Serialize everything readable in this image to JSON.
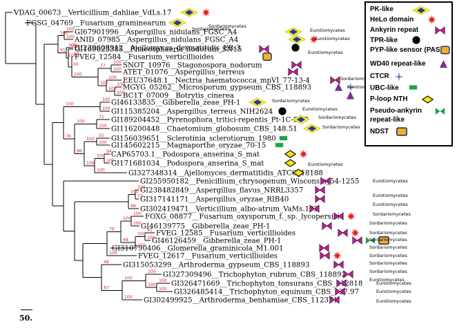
{
  "leaves": [
    {
      "label": "VDAG_00673__Verticillium_dahliae_VdLs.17",
      "domains": [
        "pk",
        "helo"
      ],
      "clade": "Sordariomycetes"
    },
    {
      "label": "FGSG_04769__Fusarium_graminearum",
      "domains": [
        "pk"
      ],
      "clade": "Sordariomycetes"
    },
    {
      "label": "GI67901996__Aspergillus_nidulans_FGSC_A4",
      "domains": [
        "pk"
      ],
      "clade": "Eurotiomycetes"
    },
    {
      "label": "ANID_07985__Aspergillus_nidulans_FGSC_A4",
      "domains": [
        "pk",
        "helo"
      ],
      "clade": "Eurotiomycetes"
    },
    {
      "label": "GI239608912__Ajellomyces_dermatitidis_ER-3",
      "domains": [
        "tpr"
      ],
      "clade": ""
    },
    {
      "label": "GI169623385__Phaeosphaeria_nodorum_SN15",
      "domains": [
        "ankyrin"
      ],
      "clade": ""
    },
    {
      "label": "FVEG_12584__Fusarium_verticillioides",
      "domains": [
        "pyp"
      ],
      "clade": "Eurotiomycetes"
    },
    {
      "label": "SNOT_10976__Stagonospora_nodorum",
      "domains": [
        "ankyrin"
      ],
      "clade": ""
    },
    {
      "label": "ATET_01076__Aspergillus_terreus",
      "domains": [
        "ankyrin"
      ],
      "clade": ""
    },
    {
      "label": "EEU37648.1__Nectria_haematococca_mpVI_77-13-4",
      "domains": [
        "ankyrin"
      ],
      "clade": "Sordariomycetes"
    },
    {
      "label": "MGYG_05262__Microsporum_gypseum_CBS_118893",
      "domains": [
        "wd40",
        "ctcr"
      ],
      "clade": "Eurotiomycetes"
    },
    {
      "label": "BC1T_07009__Botrytis_cinerea",
      "domains": [
        "wd40"
      ],
      "clade": ""
    },
    {
      "label": "GI46133835__Gibberella_zeae_PH-1",
      "domains": [
        "pk"
      ],
      "clade": "Sordariomycetes"
    },
    {
      "label": "GI115385204__Aspergillus_terreus_NIH2624",
      "domains": [
        "tpr"
      ],
      "clade": "Eurotiomycetes"
    },
    {
      "label": "GI189204452__Pyrenophora_tritici-repentis_Pt-1C-BFP",
      "domains": [
        "pk"
      ],
      "clade": "Sordariomycetes"
    },
    {
      "label": "GI116200448__Chaetomium_globosum_CBS_148.51",
      "domains": [
        "pk"
      ],
      "clade": "Sordariomycetes"
    },
    {
      "label": "GI156039651__Sclerotinia_sclerotiorum_1980",
      "domains": [
        "ubc"
      ],
      "clade": ""
    },
    {
      "label": "GI145602215__Magnaporthe_oryzae_70-15",
      "domains": [
        "ubc"
      ],
      "clade": ""
    },
    {
      "label": "CAP65703.1__Podospora_anserina_S_mat",
      "domains": [
        "ploop",
        "helo"
      ],
      "clade": ""
    },
    {
      "label": "GI171681034__Podospora_anserina_S_mat",
      "domains": [
        "ploop"
      ],
      "clade": ""
    },
    {
      "label": "GI327348314__Ajellomyces_dermatitidis_ATCC_18188",
      "domains": [
        "ploop"
      ],
      "clade": "Eurotiomycetes"
    },
    {
      "label": "GI255950182__Penicillium_chrysogenum_Wisconsin_54-1255",
      "domains": [
        "ankyrin"
      ],
      "clade": "Eurotiomycetes"
    },
    {
      "label": "GI238482849__Aspergillus_flavus_NRRL3357",
      "domains": [
        "ankyrin"
      ],
      "clade": "Eurotiomycetes"
    },
    {
      "label": "GI317141171__Aspergillus_oryzae_RIB40",
      "domains": [
        "ankyrin"
      ],
      "clade": "Eurotiomycetes"
    },
    {
      "label": "GI302419471__Verticillium_albo-atrum_VaMs.102",
      "domains": [
        "ankyrin"
      ],
      "clade": "Sordariomycetes"
    },
    {
      "label": "FOXG_08877__Fusarium_oxysporum_f._sp._lycopersici",
      "domains": [
        "ankyrin",
        "helo"
      ],
      "clade": "Sordariomycetes"
    },
    {
      "label": "GI46139775__Gibberella_zeae_PH-1",
      "domains": [
        "ankyrin"
      ],
      "clade": "Sordariomycetes"
    },
    {
      "label": "FVEG_12585__Fusarium_verticillioides",
      "domains": [
        "ankyrin",
        "helo"
      ],
      "clade": "Sordariomycetes"
    },
    {
      "label": "GI46126459__Gibberella_zeae_PH-1",
      "domains": [
        "ankyrin",
        "pseudo",
        "ndst"
      ],
      "clade": "Sordariomycetes"
    },
    {
      "label": "GI310790406__Glomerella_graminicola_M1.001",
      "domains": [
        "ankyrin"
      ],
      "clade": "Sordariomycetes"
    },
    {
      "label": "FVEG_12617__Fusarium_verticillioides",
      "domains": [
        "ankyrin",
        "helo"
      ],
      "clade": "Sordariomycetes"
    },
    {
      "label": "GI315053299__Arthroderma_gypseum_CBS_118893",
      "domains": [
        "ankyrin"
      ],
      "clade": "Sordariomycetes"
    },
    {
      "label": "GI327309496__Trichophyton_rubrum_CBS_118892",
      "domains": [
        "ankyrin"
      ],
      "clade": "Eurotiomycetes"
    },
    {
      "label": "GI326471669__Trichophyton_tonsurans_CBS_112818",
      "domains": [
        "ankyrin"
      ],
      "clade": "Eurotiomycetes"
    },
    {
      "label": "GI326485414__Trichophyton_equinum_CBS_127.97",
      "domains": [
        "ankyrin"
      ],
      "clade": "Eurotiomycetes"
    },
    {
      "label": "GI302499925__Arthroderma_benhamiae_CBS_112371",
      "domains": [
        "ankyrin"
      ],
      "clade": "Eurotiomycetes"
    }
  ],
  "bootstraps": [
    "100",
    "100",
    "100",
    "100",
    "100",
    "100",
    "100",
    "100",
    "77",
    "100",
    "82",
    "100",
    "100",
    "100",
    "100",
    "100",
    "100",
    "91",
    "100",
    "100",
    "71",
    "100",
    "55",
    "100",
    "94",
    "100",
    "100",
    "100",
    "100",
    "100",
    "100",
    "86",
    "100",
    "76",
    "100",
    "73",
    "100",
    "98",
    "100",
    "100",
    "91",
    "100",
    "100",
    "100",
    "100",
    "48",
    "78",
    "100",
    "100",
    "100",
    "100",
    "100",
    "100",
    "100",
    "48",
    "87"
  ],
  "legend": {
    "items": [
      {
        "key": "pk",
        "label": "PK-like"
      },
      {
        "key": "helo",
        "label": "HeLo domain"
      },
      {
        "key": "ankyrin",
        "label": "Ankyrin repeat"
      },
      {
        "key": "tpr",
        "label": "TPR-like"
      },
      {
        "key": "pyp",
        "label": "PYP-like sensor (PAS)"
      },
      {
        "key": "wd40",
        "label": "WD40 repeat-like"
      },
      {
        "key": "ctcr",
        "label": "CTCR"
      },
      {
        "key": "ubc",
        "label": "UBC-like"
      },
      {
        "key": "ploop",
        "label": "P-loop NTH"
      },
      {
        "key": "pseudo",
        "label": "Pseudo-ankyrin\nrepeat-like"
      },
      {
        "key": "ndst",
        "label": "NDST"
      }
    ]
  },
  "scale": {
    "label": "50."
  },
  "colors": {
    "pk_fill": "#f4ef3a",
    "pk_diamond": "#2a3a9c",
    "helo": "#e8201e",
    "ankyrin": "#c41e8c",
    "ankyrin_outline": "#4a1a4a",
    "tpr": "#000000",
    "pyp_fill": "#f2b11e",
    "pyp_border": "#1d2f7a",
    "wd40": "#7b2f93",
    "ctcr": "#5c7fae",
    "ubc": "#1ea34a",
    "ploop": "#f2e61a",
    "pseudo": "#1ea34a",
    "ndst_fill": "#f2b11e",
    "ndst_border": "#1d2f7a"
  }
}
